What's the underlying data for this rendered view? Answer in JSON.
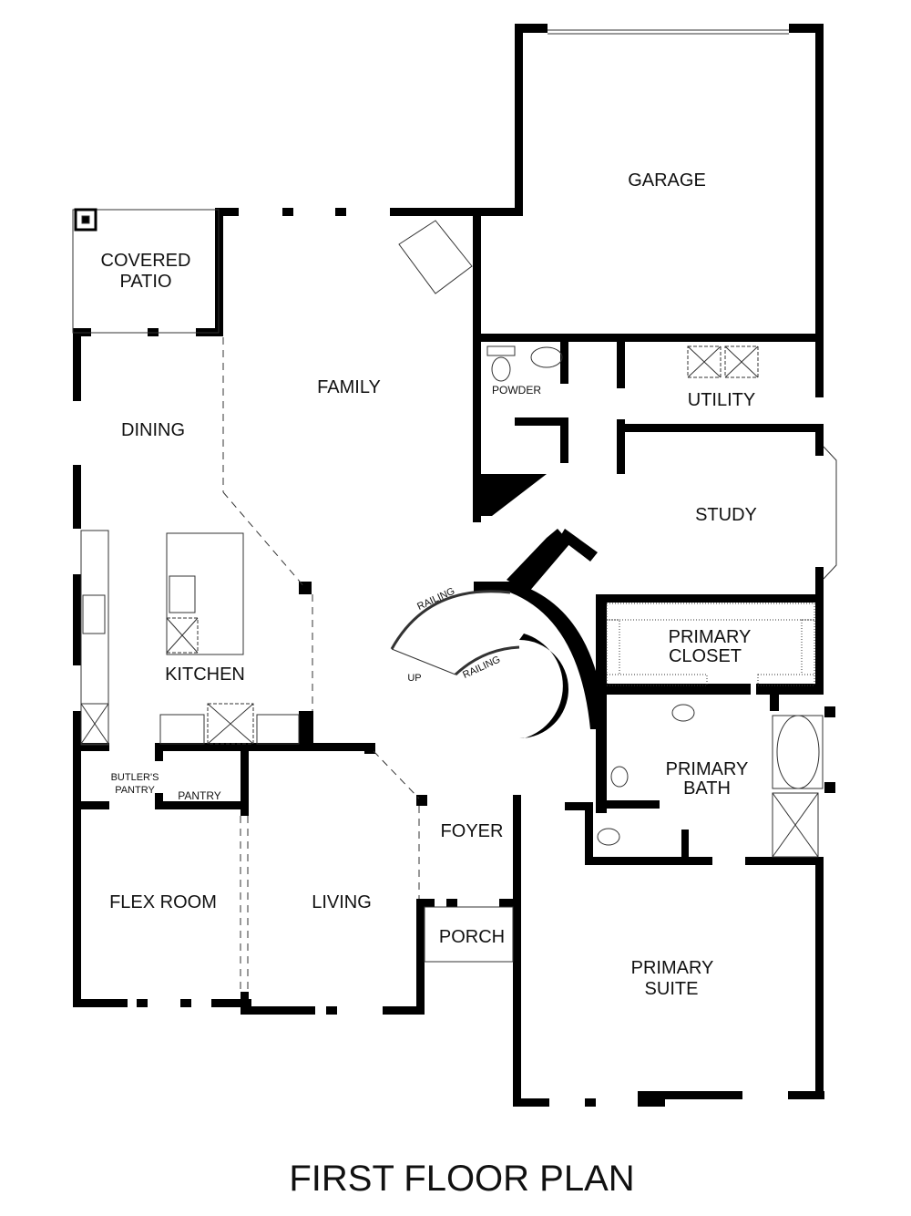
{
  "plan": {
    "title": "FIRST FLOOR PLAN",
    "colors": {
      "wall": "#000000",
      "line": "#333333",
      "background": "#ffffff"
    },
    "rooms": {
      "garage": "GARAGE",
      "covered_patio_1": "COVERED",
      "covered_patio_2": "PATIO",
      "family": "FAMILY",
      "dining": "DINING",
      "powder": "POWDER",
      "utility": "UTILITY",
      "study": "STUDY",
      "kitchen": "KITCHEN",
      "primary_closet_1": "PRIMARY",
      "primary_closet_2": "CLOSET",
      "primary_bath_1": "PRIMARY",
      "primary_bath_2": "BATH",
      "butlers_pantry_1": "BUTLER'S",
      "butlers_pantry_2": "PANTRY",
      "pantry": "PANTRY",
      "foyer": "FOYER",
      "flex_room": "FLEX ROOM",
      "living": "LIVING",
      "porch": "PORCH",
      "primary_suite_1": "PRIMARY",
      "primary_suite_2": "SUITE"
    },
    "annotations": {
      "railing_upper": "RAILING",
      "railing_lower": "RAILING",
      "stair_up": "UP"
    }
  }
}
